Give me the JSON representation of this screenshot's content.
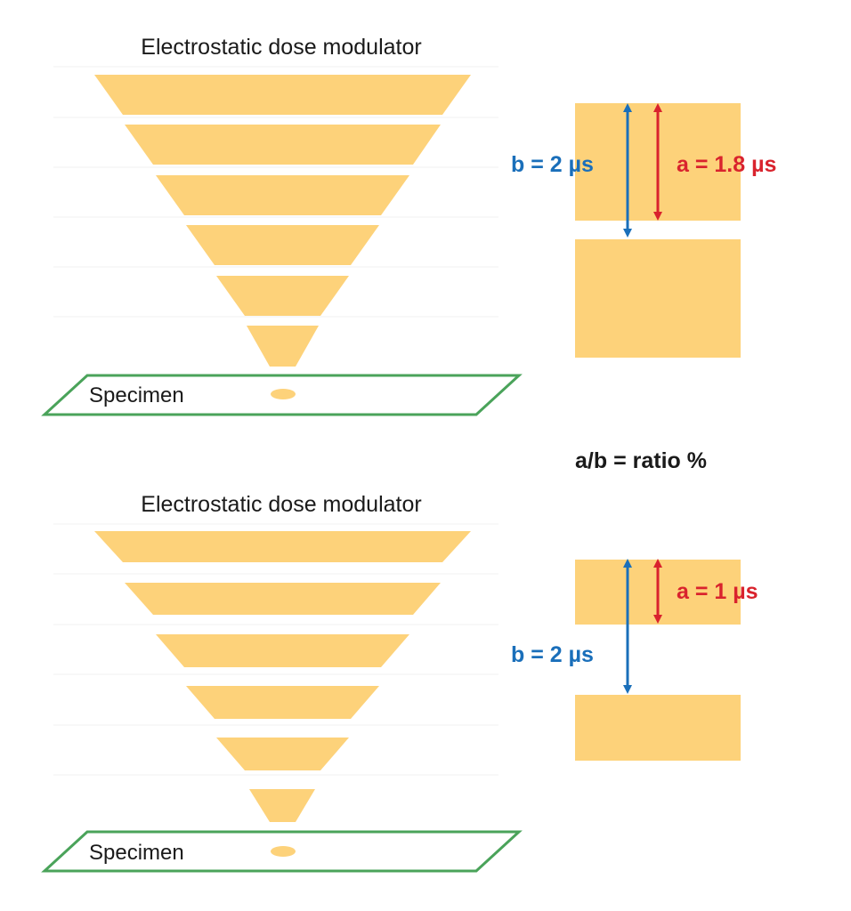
{
  "colors": {
    "beam": "#fdd27a",
    "specimen_border": "#4aa35a",
    "blue": "#1a6fba",
    "red": "#d9232d",
    "text": "#1a1a1a",
    "faint_line": "#f2f2f2"
  },
  "panel_top": {
    "modulator_label": "Electrostatic dose modulator",
    "specimen_label": "Specimen",
    "b_label": "b = 2 µs",
    "a_label": "a = 1.8 µs",
    "b_value_us": 2,
    "a_value_us": 1.8
  },
  "ratio_label": "a/b = ratio %",
  "panel_bottom": {
    "modulator_label": "Electrostatic dose modulator",
    "specimen_label": "Specimen",
    "b_label": "b = 2 µs",
    "a_label": "a = 1 µs",
    "b_value_us": 2,
    "a_value_us": 1
  }
}
